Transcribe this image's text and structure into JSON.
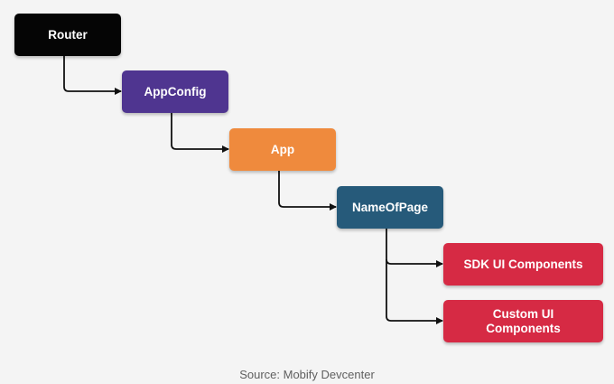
{
  "diagram": {
    "nodes": [
      {
        "id": "router",
        "label": "Router",
        "color": "#050505"
      },
      {
        "id": "appconfig",
        "label": "AppConfig",
        "color": "#4f3590"
      },
      {
        "id": "app",
        "label": "App",
        "color": "#ef8a3d"
      },
      {
        "id": "nameofpage",
        "label": "NameOfPage",
        "color": "#265a7a"
      },
      {
        "id": "sdk",
        "label": "SDK UI Components",
        "color": "#d62a44"
      },
      {
        "id": "custom",
        "label": "Custom UI\nComponents",
        "color": "#d62a44"
      }
    ],
    "edges": [
      {
        "from": "Router",
        "to": "AppConfig"
      },
      {
        "from": "AppConfig",
        "to": "App"
      },
      {
        "from": "App",
        "to": "NameOfPage"
      },
      {
        "from": "NameOfPage",
        "to": "SDK UI Components"
      },
      {
        "from": "NameOfPage",
        "to": "Custom UI Components"
      }
    ],
    "line_color": "#111111"
  },
  "caption": "Source: Mobify Devcenter"
}
